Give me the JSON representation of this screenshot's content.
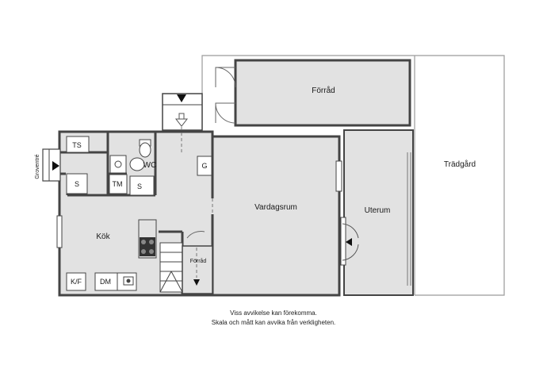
{
  "rooms": {
    "forrad_top": "Förråd",
    "tradgard": "Trädgård",
    "wc": "WC",
    "vardagsrum": "Vardagsrum",
    "uterum": "Uterum",
    "kok": "Kök",
    "forrad_small": "Förråd"
  },
  "entrance": "Groventré",
  "fixtures": {
    "ts": "TS",
    "s_left": "S",
    "tm": "TM",
    "s_wc": "S",
    "g": "G",
    "kf": "K/F",
    "dm": "DM"
  },
  "disclaimer": {
    "line1": "Viss avvikelse kan förekomma.",
    "line2": "Skala och mått kan avvika från verkligheten."
  },
  "colors": {
    "floor": "#e2e2e2",
    "wall": "#444444",
    "outline": "#999999",
    "arrow": "#111111"
  }
}
